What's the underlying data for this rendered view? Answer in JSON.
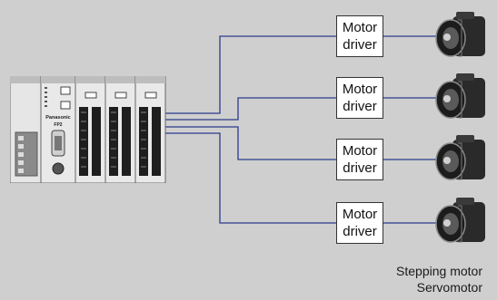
{
  "diagram": {
    "drivers": [
      {
        "line1": "Motor",
        "line2": "driver"
      },
      {
        "line1": "Motor",
        "line2": "driver"
      },
      {
        "line1": "Motor",
        "line2": "driver"
      },
      {
        "line1": "Motor",
        "line2": "driver"
      }
    ],
    "captions": {
      "motor_type_1": "Stepping motor",
      "motor_type_2": "Servomotor"
    },
    "plc": {
      "brand": "Panasonic",
      "model": "FP2"
    }
  },
  "colors": {
    "background": "#cfcfcf",
    "wire": "#2a3a8a"
  }
}
